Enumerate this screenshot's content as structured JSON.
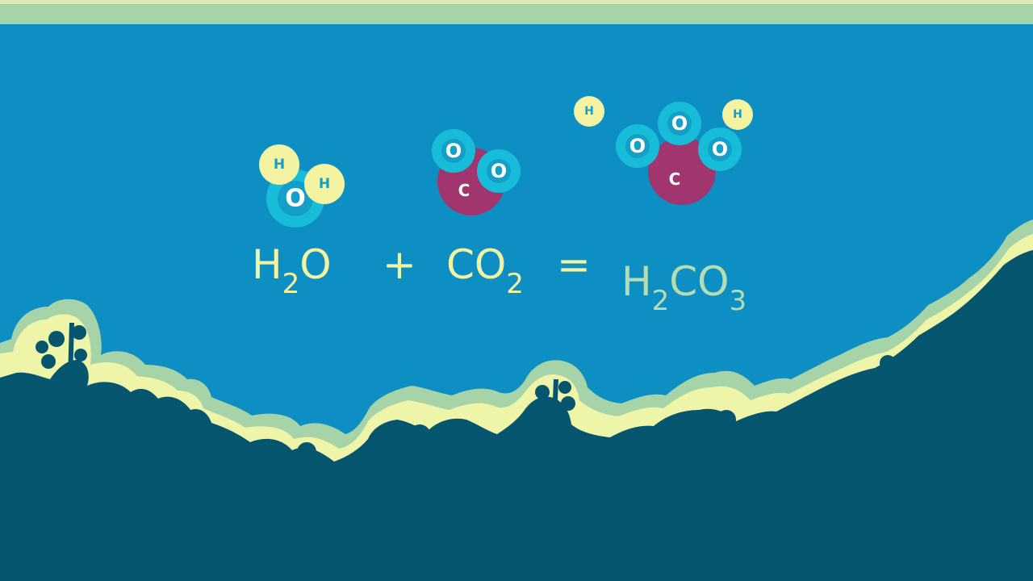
{
  "colors": {
    "water": "#0d8fc4",
    "top_band": "#a6d3a8",
    "top_band_edge": "#dfe8b4",
    "reef_light": "#a6d3a8",
    "reef_edge": "#eef4a8",
    "reef_dark": "#06556e",
    "hydrogen": "#f3f3a2",
    "oxygen_outer": "#17bcd9",
    "oxygen_inner": "#139fc7",
    "carbon": "#a1356e",
    "formula": "#f3f3a2",
    "formula_product": "#b6dcb0"
  },
  "icons": {
    "water_molecule": "water-molecule-icon",
    "co2_molecule": "carbon-dioxide-molecule-icon",
    "carbonic_acid_molecule": "carbonic-acid-molecule-icon",
    "reef": "coral-reef-silhouette"
  },
  "molecules": {
    "water": {
      "h1": "H",
      "h2": "H",
      "o": "O"
    },
    "co2": {
      "o1": "O",
      "o2": "O",
      "c": "C"
    },
    "carbonic_acid": {
      "h_free": "H",
      "h_bound": "H",
      "o1": "O",
      "o2": "O",
      "o3": "O",
      "c": "C"
    }
  },
  "equation": {
    "water": {
      "h": "H",
      "sub": "2",
      "o": "O"
    },
    "plus": "+",
    "co2": {
      "co": "CO",
      "sub": "2"
    },
    "equals": "=",
    "product": {
      "h": "H",
      "sub1": "2",
      "co": "CO",
      "sub2": "3"
    }
  }
}
